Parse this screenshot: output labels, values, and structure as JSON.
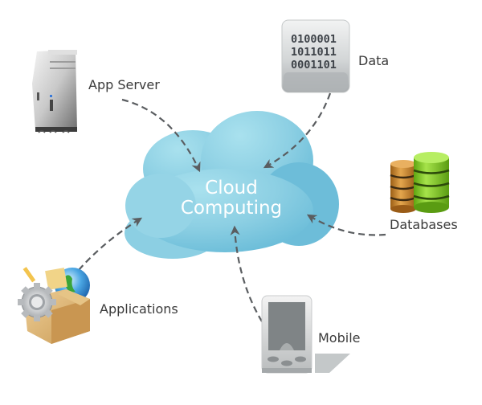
{
  "title": "Cloud Computing",
  "center": {
    "line1": "Cloud",
    "line2": "Computing",
    "cloud_color": "#8fd0e3",
    "text_color": "#ffffff"
  },
  "nodes": [
    {
      "id": "app-server",
      "label": "App Server",
      "icon": "server-tower-icon",
      "direction": "to-cloud"
    },
    {
      "id": "data",
      "label": "Data",
      "icon": "binary-data-icon",
      "binary_lines": [
        "0100001",
        "1011011",
        "0001101"
      ],
      "direction": "to-cloud"
    },
    {
      "id": "databases",
      "label": "Databases",
      "icon": "database-stack-icon",
      "direction": "to-cloud"
    },
    {
      "id": "applications",
      "label": "Applications",
      "icon": "applications-box-icon",
      "direction": "to-cloud"
    },
    {
      "id": "mobile",
      "label": "Mobile",
      "icon": "mobile-device-icon",
      "direction": "to-cloud"
    }
  ],
  "colors": {
    "arrow": "#5a5d60",
    "label": "#3a3a3a",
    "db_green": "#7cc520",
    "db_orange": "#c9862b",
    "box_tan": "#d9ae6c"
  }
}
